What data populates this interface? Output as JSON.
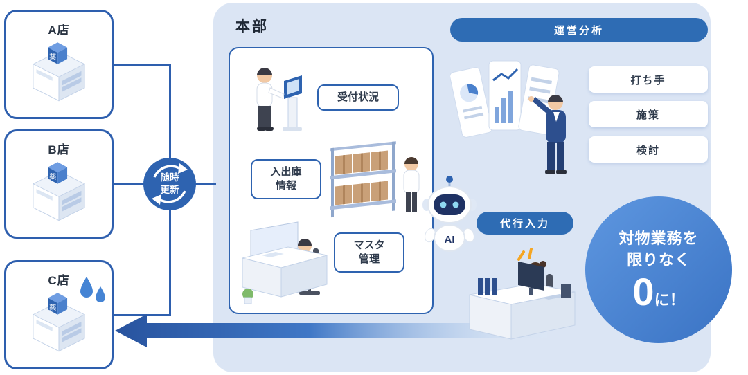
{
  "colors": {
    "accent_blue": "#2e5fae",
    "pill_blue": "#2e6cb4",
    "panel_blue": "#dbe5f4",
    "goal_circle_blue": "#4582d2"
  },
  "stores": [
    {
      "label": "A店"
    },
    {
      "label": "B店"
    },
    {
      "label": "C店"
    }
  ],
  "store_machine_label": "薬",
  "sync_badge": {
    "line1": "随時",
    "line2": "更新"
  },
  "hq": {
    "title": "本部",
    "reception_label": "受付状況",
    "inventory_label_line1": "入出庫",
    "inventory_label_line2": "情報",
    "master_label_line1": "マスタ",
    "master_label_line2": "管理"
  },
  "analysis": {
    "header": "運営分析",
    "tags": [
      {
        "label": "打ち手"
      },
      {
        "label": "施策"
      },
      {
        "label": "検討"
      }
    ]
  },
  "proxy": {
    "header": "代行入力",
    "robot_label": "AI"
  },
  "goal": {
    "line1": "対物業務を",
    "line2": "限りなく",
    "zero": "0",
    "suffix": "に！"
  },
  "illustrations": {
    "store_machine": "pharmacy-dispensing-machine",
    "sync_badge": "circular-update-arrows",
    "reception": "staff-at-kiosk",
    "inventory": "shelf-with-stock-boxes",
    "master": "staff-at-desk-with-partition",
    "analysis": "manager-pointing-at-curved-dashboards",
    "proxy": "ai-robot",
    "input": "operator-at-computer-desk",
    "stress": "sweat-drops"
  }
}
